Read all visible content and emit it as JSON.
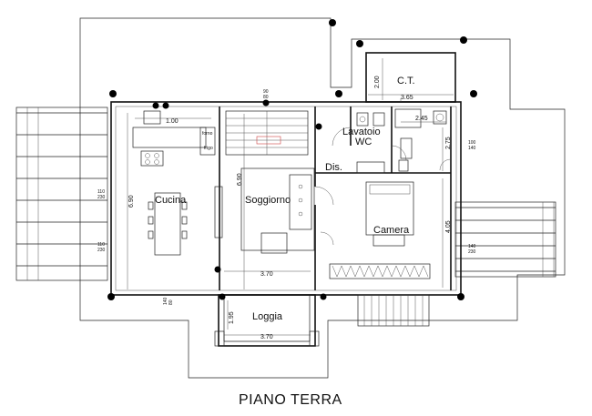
{
  "title": "PIANO TERRA",
  "rooms": {
    "ct": "C.T.",
    "lavatoio": "Lavatoio",
    "wc": "WC",
    "dis": "Dis.",
    "cucina": "Cucina",
    "soggiorno": "Soggiorno",
    "camera": "Camera",
    "loggia": "Loggia"
  },
  "dimensions": {
    "ct_height": "2.00",
    "ct_width": "3.65",
    "kitchen_top": "1.00",
    "kitchen_height": "6.90",
    "soggiorno_height": "6.90",
    "soggiorno_width": "3.70",
    "wc_width": "2.45",
    "wc_height": "2.75",
    "camera_height": "4.05",
    "loggia_height": "1.95",
    "loggia_width": "3.70",
    "window_top_num": "90",
    "window_top_den": "80",
    "window_right_top_num": "100",
    "window_right_top_den": "140",
    "window_right_bottom_num": "140",
    "window_right_bottom_den": "230",
    "window_left_top_num": "110",
    "window_left_top_den": "230",
    "window_left_bottom_num": "110",
    "window_left_bottom_den": "230",
    "window_bottom_num": "140",
    "window_bottom_den": "80"
  },
  "appliances": {
    "forno": "forno",
    "frigo": "frigo"
  }
}
